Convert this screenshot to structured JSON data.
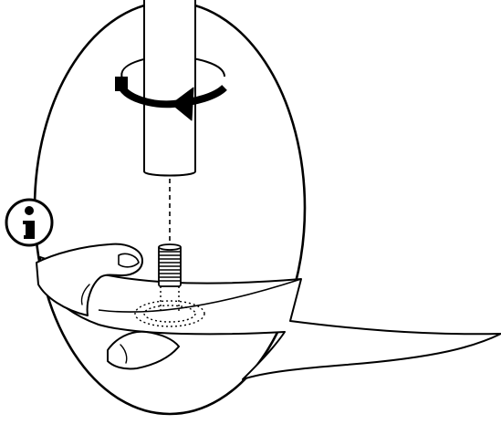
{
  "figure": {
    "icons": {
      "info": "info-icon",
      "rotation": "rotation-arrow-icon"
    },
    "colors": {
      "line": "#000000",
      "background": "#ffffff"
    },
    "parts": {
      "pole": "pole",
      "threaded_stud": "threaded-stud",
      "bracket": "mounting-bracket",
      "hand": "hand",
      "dashed_guide": "alignment-dashed-line"
    }
  }
}
